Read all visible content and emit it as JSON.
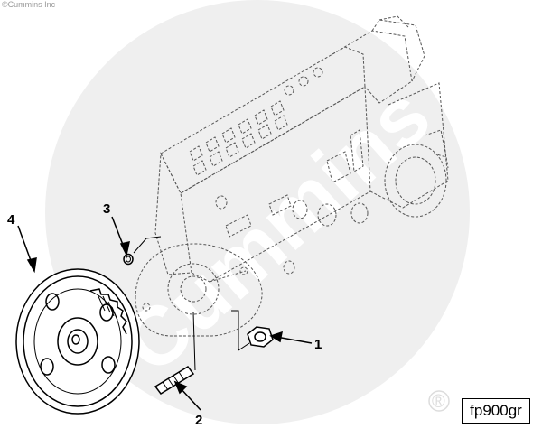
{
  "copyright": "©Cummins Inc",
  "figure_id": "fp900gr",
  "watermark": {
    "brand": "Cummins",
    "registered_mark": "®"
  },
  "callouts": [
    {
      "number": "1",
      "part": "nut"
    },
    {
      "number": "2",
      "part": "stud"
    },
    {
      "number": "3",
      "part": "o-ring"
    },
    {
      "number": "4",
      "part": "gear"
    }
  ]
}
